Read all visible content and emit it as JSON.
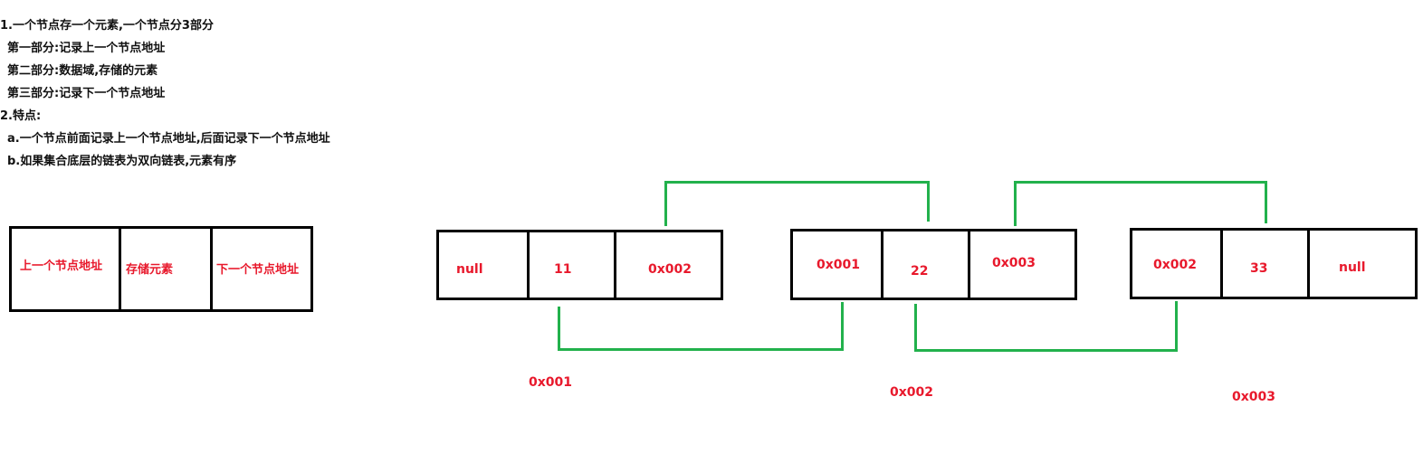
{
  "notes": [
    "1.一个节点存一个元素,一个节点分3部分",
    "第一部分:记录上一个节点地址",
    "第二部分:数据域,存储的元素",
    "第三部分:记录下一个节点地址",
    "2.特点:",
    "a.一个节点前面记录上一个节点地址,后面记录下一个节点地址",
    "b.如果集合底层的链表为双向链表,元素有序"
  ],
  "legend": {
    "prev": "上一个节点地址",
    "data": "存储元素",
    "next": "下一个节点地址"
  },
  "nodes": [
    {
      "prev": "null",
      "value": "11",
      "next": "0x002",
      "address": "0x001"
    },
    {
      "prev": "0x001",
      "value": "22",
      "next": "0x003",
      "address": "0x002"
    },
    {
      "prev": "0x002",
      "value": "33",
      "next": "null",
      "address": "0x003"
    }
  ],
  "colors": {
    "text": "#e8192c",
    "link": "#22b14c",
    "border": "#000000"
  }
}
